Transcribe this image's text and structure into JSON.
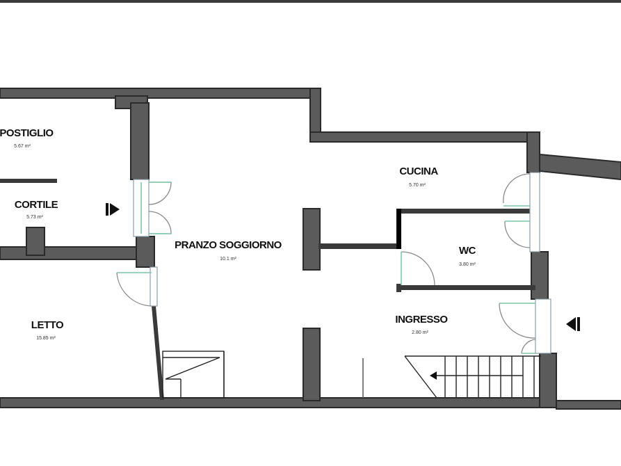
{
  "rooms": [
    {
      "id": "ripostiglio",
      "name": "POSTIGLIO",
      "area": "5.67 m²"
    },
    {
      "id": "cortile",
      "name": "CORTILE",
      "area": "5.73 m²"
    },
    {
      "id": "letto",
      "name": "LETTO",
      "area": "15.85 m²"
    },
    {
      "id": "pranzo",
      "name": "PRANZO SOGGIORNO",
      "area": "10.1 m²"
    },
    {
      "id": "cucina",
      "name": "CUCINA",
      "area": "5.70 m²"
    },
    {
      "id": "wc",
      "name": "WC",
      "area": "3.80 m²"
    },
    {
      "id": "ingresso",
      "name": "INGRESSO",
      "area": "2.80 m²"
    }
  ],
  "colors": {
    "wall": "#5b5b5b",
    "door_leaf": "#7ac9a6"
  },
  "icons": [
    "entry-arrow-icon",
    "entry-arrow-icon"
  ]
}
